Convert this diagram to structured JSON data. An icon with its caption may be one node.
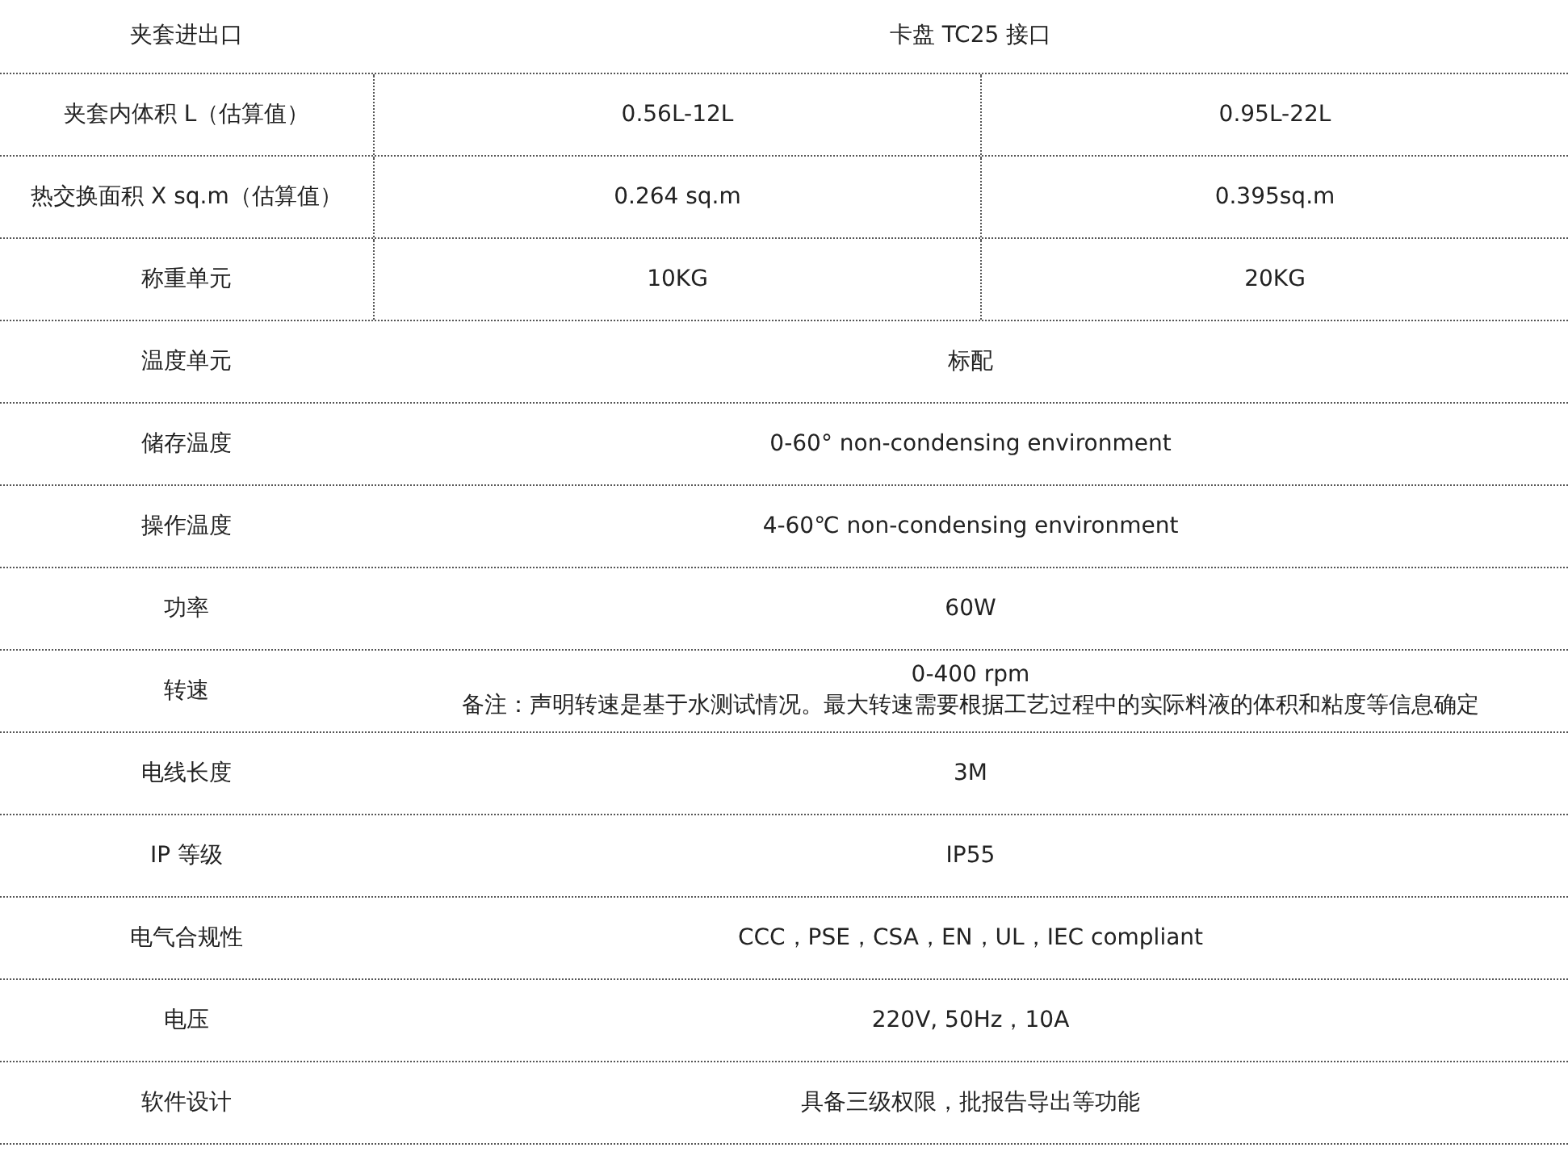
{
  "diagram": {
    "labels": [
      "夹套进出口",
      "卡盘 TC25 接口",
      "夹套内体积 L（估算值）",
      "0.56L-12L",
      "0.95L-22L",
      "热交换面积 X sq.m（估算值）",
      "0.264 sq.m",
      "0.395sq.m",
      "称重单元",
      "10KG",
      "20KG",
      "温度单元",
      "标配",
      "储存温度",
      "0-60° non-condensing environment",
      "操作温度",
      "4-60℃ non-condensing environment",
      "功率",
      "60W",
      "转速",
      "0-400 rpm",
      "备注：声明转速是基于水测试情况。最大转速需要根据工艺过程中的实际料液的体积和粘度等信息确定",
      "电线长度",
      "3M",
      "IP 等级",
      "IP55",
      "电气合规性",
      "CCC，PSE，CSA，EN，UL，IEC compliant",
      "电压",
      "220V, 50Hz，10A",
      "软件设计",
      "具备三级权限，批报告导出等功能"
    ]
  }
}
